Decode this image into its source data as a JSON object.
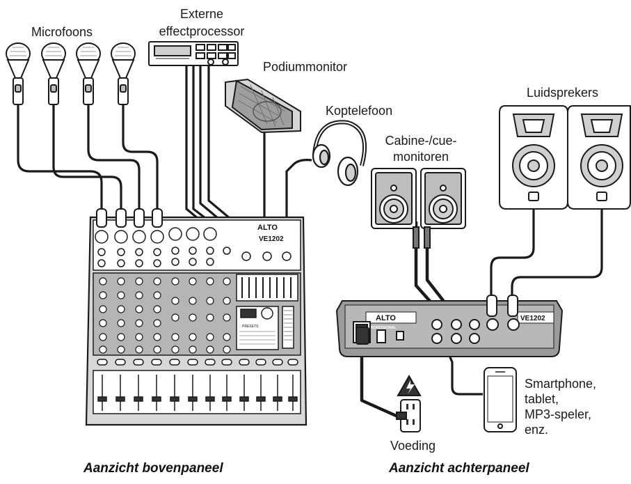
{
  "labels": {
    "microphones": "Microfoons",
    "effects_line1": "Externe",
    "effects_line2": "effectprocessor",
    "stage_monitor": "Podiummonitor",
    "headphones": "Koptelefoon",
    "booth_line1": "Cabine-/cue-",
    "booth_line2": "monitoren",
    "speakers": "Luidsprekers",
    "device": "Smartphone,\ntablet,\nMP3-speler,\nenz.",
    "power": "Voeding"
  },
  "captions": {
    "top_panel": "Aanzicht bovenpaneel",
    "rear_panel": "Aanzicht achterpaneel"
  },
  "mixer": {
    "brand": "ALTO",
    "sub_brand": "PROFESSIONAL",
    "model": "VE1202",
    "presets_title": "PRESETS"
  },
  "colors": {
    "outline": "#1a1a1a",
    "panel_gray": "#9b9b9b",
    "panel_light": "#cfcfcf",
    "device_gray": "#bdbdbd",
    "cable": "#1a1a1a"
  }
}
